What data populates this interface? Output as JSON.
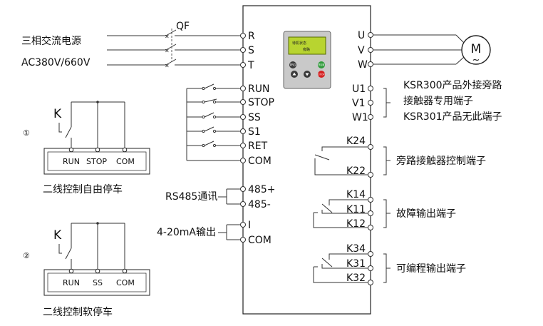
{
  "power": {
    "breaker": "QF",
    "line1": "三相交流电源",
    "line2": "AC380V/660V",
    "inputs": [
      "R",
      "S",
      "T"
    ]
  },
  "control_terminals": [
    "RUN",
    "STOP",
    "SS",
    "S1",
    "RET",
    "COM"
  ],
  "comm": {
    "label": "RS485通讯",
    "terms": [
      "485+",
      "485-"
    ]
  },
  "analog": {
    "label": "4-20mA输出",
    "terms": [
      "I",
      "COM"
    ]
  },
  "motor": {
    "terms": [
      "U",
      "V",
      "W"
    ],
    "symbol": "M",
    "ac": "~"
  },
  "bypass_terms": {
    "terms": [
      "U1",
      "V1",
      "W1"
    ],
    "note1_l1": "KSR300产品外接旁路",
    "note1_l2": "接触器专用端子",
    "note2": "KSR301产品无此端子"
  },
  "relays": [
    {
      "terms": [
        "K24",
        "K22"
      ],
      "label": "旁路接触器控制端子"
    },
    {
      "terms": [
        "K14",
        "K11",
        "K12"
      ],
      "label": "故障输出端子"
    },
    {
      "terms": [
        "K34",
        "K31",
        "K32"
      ],
      "label": "可编程输出端子"
    }
  ],
  "keypad": {
    "lcd1": "待机状态",
    "lcd2": "旁路",
    "keys": [
      "PRG",
      "RUN",
      "STOP"
    ]
  },
  "wiring1": {
    "num": "①",
    "k": "K",
    "terms": [
      "RUN",
      "STOP",
      "COM"
    ],
    "caption": "二线控制自由停车"
  },
  "wiring2": {
    "num": "②",
    "k": "K",
    "terms": [
      "RUN",
      "SS",
      "COM"
    ],
    "caption": "二线控制软停车"
  }
}
